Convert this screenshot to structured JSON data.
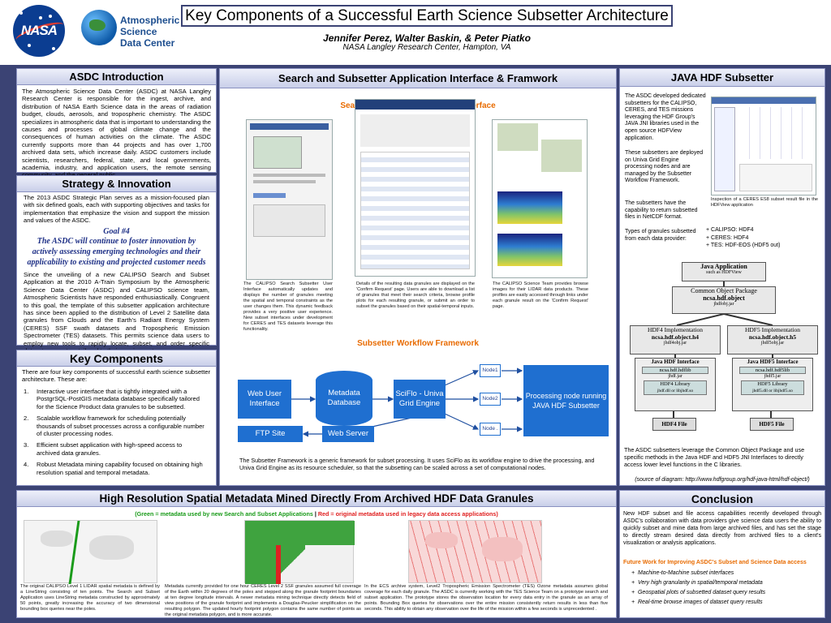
{
  "header": {
    "title": "Key Components of a Successful Earth Science Subsetter Architecture",
    "authors": "Jennifer Perez, Walter Baskin, & Peter Piatko",
    "affiliation": "NASA Langley Research Center, Hampton, VA",
    "nasa_logo": "NASA",
    "asdc_logo": [
      "Atmospheric",
      "Science",
      "Data Center"
    ]
  },
  "asdc_intro": {
    "title": "ASDC Introduction",
    "text": "The Atmospheric Science Data Center (ASDC) at NASA Langley Research Center is responsible for the ingest, archive, and distribution of NASA Earth Science data in the areas of radiation budget, clouds, aerosols, and tropospheric chemistry. The ASDC specializes in atmospheric data that is important to understanding the causes and processes of global climate change and the consequences of human activities on the climate. The ASDC currently supports more than 44 projects and has over 1,700 archived data sets, which increase daily. ASDC customers include scientists, researchers, federal, state, and local governments, academia, industry, and application users, the remote sensing community, and the general public."
  },
  "strategy": {
    "title": "Strategy & Innovation",
    "intro": "The 2013 ASDC Strategic Plan serves as a mission-focused plan with six defined goals, each with supporting objectives and tasks for implementation that emphasize the vision and support the mission and values of the ASDC.",
    "goal_label": "Goal #4",
    "goal_text": "The ASDC will continue to foster innovation by actively assessing emerging technologies and their applicability to existing and projected customer needs and requirements in order to mitigate gaps in capability",
    "body": "Since the unveiling of a new CALIPSO Search and Subset Application at the 2010 A-Train Symposium by the Atmospheric Science Data Center (ASDC) and CALIPSO science team, Atmospheric Scientists have responded enthusiastically. Congruent to this goal, the template of this subsetter application architecture has since been applied to the distribution of Level 2 Satellite data granules from Clouds and the Earth's Radiant Energy System (CERES) SSF swath datasets and Tropospheric Emission Spectrometer (TES) datasets. This permits science data users to employ new tools to rapidly locate, subset, and order specific dataset parameters tailored to their requirements."
  },
  "key_components": {
    "title": "Key Components",
    "intro": "There are four key components of successful earth science subsetter architecture. These are:",
    "items": [
      "Interactive user interface that is tightly integrated with a PostgrSQL-PostGIS metadata database specifically tailored for the Science Product data granules to be subsetted.",
      "Scalable workflow framework for scheduling potentially thousands of subset processes across a configurable number of cluster processing nodes.",
      "Efficient subset application with high-speed access to archived data granules.",
      "Robust Metadata mining capability focused on obtaining high resolution spatial and temporal  metadata."
    ],
    "numbers": [
      "1.",
      "2.",
      "3.",
      "4."
    ]
  },
  "search_panel": {
    "title": "Search and Subsetter Application Interface & Framwork",
    "subtitle": "Search and Subset Application Interface",
    "cap1": "The CALIPSO Search Subsetter User Interface automatically updates and displays the number of granules meeting the spatial and temporal constraints as the user changes them. This dynamic feedback provides a very positive user experience. New subset interfaces under development for CERES and TES datasets leverage this functionality.",
    "cap2": "Details of the resulting data granules are displayed on the 'Confirm Request' page.  Users are able to download a list of granules that meet their search criteria, browse profile plots for each resulting granule, or submit an order to subset the granules based on their spatial-temporal inputs.",
    "cap3": "The CALIPSO Science Team provides browse images for their LIDAR data products.  These profiles are easily accessed through links under each granule result on the 'Confirm Request' page.",
    "workflow_title": "Subsetter Workflow Framework",
    "web_ui": "Web User Interface",
    "metadata_db": "Metadata Database",
    "sciflo": "SciFlo - Univa Grid Engine",
    "processing": "Processing node running JAVA HDF Subsetter",
    "ftp": "FTP Site",
    "web_server": "Web Server",
    "node1": "Node1",
    "node2": "Node2",
    "node3": "Node .",
    "workflow_caption": "The Subsetter Framework is a generic framework for subset processing. It uses SciFlo as its workflow engine to drive the processing, and Univa Grid Engine as its resource scheduler, so that the subsetting can be scaled across a set of computational nodes."
  },
  "java_panel": {
    "title": "JAVA HDF Subsetter",
    "p1": "The ASDC developed dedicated subsetters for the CALIPSO, CERES, and TES missions leveraging the HDF Group's JAVA JNI libraries used in the open source HDFView application.",
    "p2": "These subsetters are deployed on Univa Grid Engine processing nodes and are managed by the Subsetter Workflow Framework.",
    "p3": "The subsetters have the capability to return subsetted files in NetCDF format.",
    "p4": "Types of granules subsetted from each data provider:",
    "formats": [
      "CALIPSO:  HDF4",
      "CERES:     HDF4",
      "TES:          HDF-EOS (HDF5 out)"
    ],
    "screenshot_caption": "Inspection of a CERES ES8 subset result file in the HDFView application",
    "diag": {
      "java_app": "Java Application",
      "java_app_sub": "such as HDFView",
      "cop": "Common Object Package",
      "cop_sub": "ncsa.hdf.object",
      "cop_jar": "jhdfobj.jar",
      "h4impl": "HDF4 Implementation",
      "h4impl_sub": "ncsa.hdf.object.h4",
      "h4impl_jar": "jhdf4obj.jar",
      "h5impl": "HDF5 Implementation",
      "h5impl_sub": "ncsa.hdf.object.h5",
      "h5impl_jar": "jhdf5obj.jar",
      "jh4": "Java HDF Interface",
      "jh4_sub": "ncsa.hdf.hdflib",
      "jh4_jar": "jhdf.jar",
      "jh5": "Java HDF5 Interface",
      "jh5_sub": "ncsa.hdf.hdf5lib",
      "jh5_jar": "jhdf5.jar",
      "h4lib": "HDF4 Library",
      "h4lib_sub": "jhdf.dll or libjhdf.so",
      "h5lib": "HDF5 Library",
      "h5lib_sub": "jhdf5.dll or libjhdf5.so",
      "h4file": "HDF4 File",
      "h5file": "HDF5 File"
    },
    "p5": "The ASDC subsetters leverage the Common Object Package and use specific methods in the Java HDF and HDF5 JNI Interfaces to directly access lower level functions in the C libraries.",
    "source": "(source of diagram: http://www.hdfgroup.org/hdf-java-html/hdf-object/)"
  },
  "hires_panel": {
    "title": "High Resolution Spatial Metadata Mined Directly From Archived HDF Data Granules",
    "legend_green": "(Green = metadata used by new Search and Subset Applications",
    "legend_sep": " | ",
    "legend_red": "Red = original metadata used in legacy data access applications)",
    "cap1": "The original CALIPSO Level 1 LIDAR spatial metadata is defined by a LineString consisting of ten points. The Search and Subset Application uses LineString metadata constructed by approximately 50 points, greatly increasing the accuracy of two dimensional bounding box queries near the poles.",
    "cap2": "Metadata currently provided for one hour CERES Level 2 SSF granules assumed full coverage of the Earth within 20 degrees of the poles and stepped along the granule footprint boundaries at ten degree longitude intervals. A newer metadata mining technique directly detects field of view positions of the granule footprint and implements a Douglas-Peucker simplification on the resulting polygon.  The updated hourly footprint polygon contains the same number of points as the original metadata polygon, and is more accurate.",
    "cap3": "In the ECS archive system, Level2 Tropospheric Emission Spectrometer (TES) Ozone metadata assumes global coverage for each daily granule. The ASDC is currently working with the TES Science Team on a prototype search and subset application. The prototype stores the observation location for every data entry in the granule as an array of points. Bounding Box queries for observations over the entire mission consistently return results in less than five seconds. This ability to obtain any observation over the life of the mission within a few seconds is unprecedented ."
  },
  "conclusion": {
    "title": "Conclusion",
    "text": "New HDF subset and file access capabilities recently developed through ASDC's collaboration with data providers give science data users the ability to quickly subset and mine data from large archived files,  and has set the stage to directly stream desired data directly from archived files to a client's visualization or analysis applications.",
    "future_title": "Future Work for Improving ASDC's Subset and Science Data access",
    "items": [
      "Machine-to-Machine subset interfaces",
      "Very high granularity in spatial/temporal metadata",
      "Geospatial plots of subsetted dataset query results",
      "Real-time browse images of dataset query results"
    ]
  },
  "colors": {
    "background": "#3b4374",
    "accent": "#e86b00",
    "box_blue": "#1f6fd0"
  }
}
